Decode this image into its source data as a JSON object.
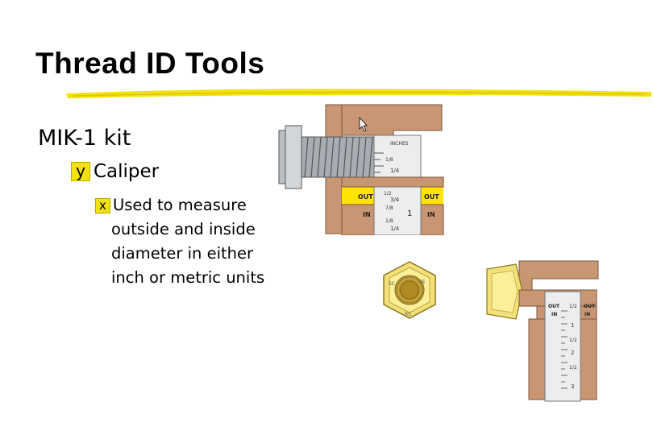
{
  "slide": {
    "title": "Thread ID Tools",
    "level1": "MIK-1 kit",
    "level2_bullet": "y",
    "level2": "Caliper",
    "level3_bullet": "x",
    "level3_lines": [
      "Used to measure",
      "outside and inside",
      "diameter in either",
      "inch or metric units"
    ]
  },
  "caliper_top": {
    "header": "INCHES",
    "out_left": "OUT",
    "out_right": "OUT",
    "in_left": "IN",
    "in_right": "IN",
    "scale": [
      "1/8",
      "1/4",
      "1/2",
      "3/4",
      "7/8",
      "1",
      "1/8",
      "1/4"
    ]
  },
  "nut": {
    "marks": [
      "SC",
      "TE",
      "RS"
    ]
  },
  "caliper_bottom": {
    "out_left": "OUT",
    "out_right": "OUT",
    "in_left": "IN",
    "in_right": "IN",
    "scale": [
      "1/2",
      "1",
      "1/2",
      "2",
      "1/2",
      "3"
    ]
  },
  "colors": {
    "accent": "#f3e10a",
    "caliper": "#c99673",
    "yellow_band": "#ffe400",
    "metal": "#9aa0a6"
  }
}
